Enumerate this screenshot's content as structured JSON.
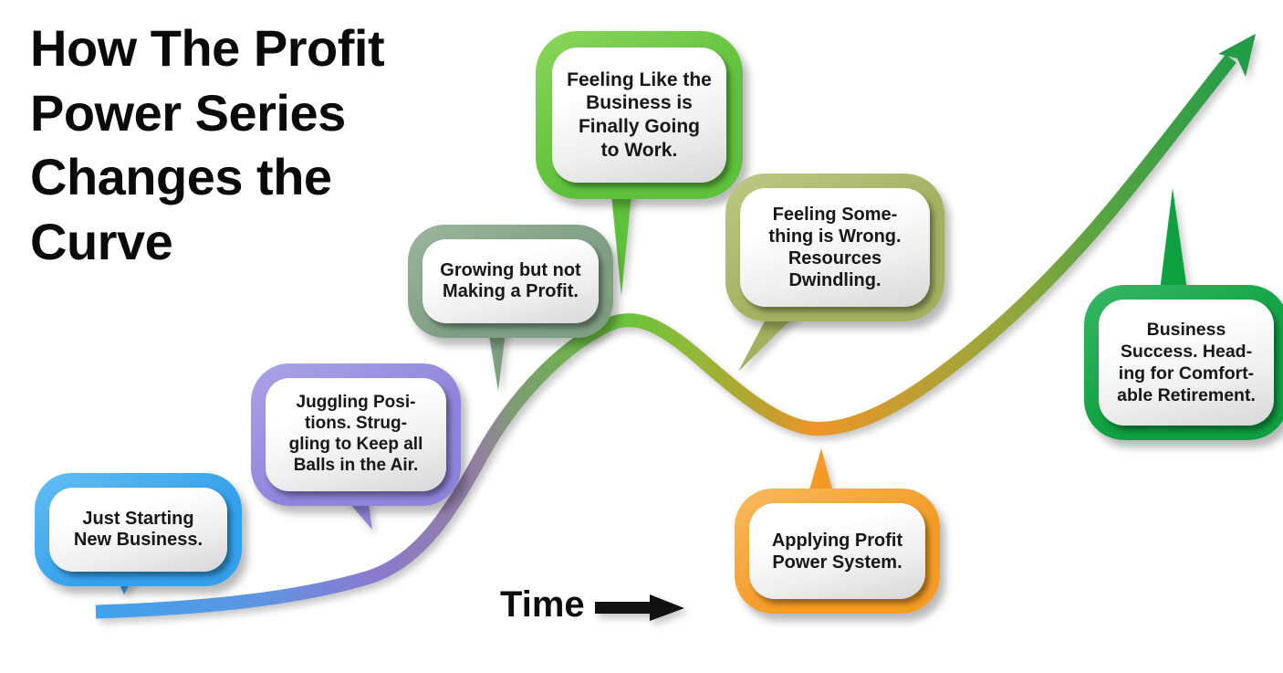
{
  "title": "How The Profit\nPower Series\nChanges the\nCurve",
  "time": {
    "label": "Time",
    "arrow_color": "#111111"
  },
  "stages": [
    {
      "id": "just-starting",
      "label": "Just Starting\nNew Business.",
      "color": "#34A0EB",
      "color_light": "#63BEF3"
    },
    {
      "id": "juggling",
      "label": "Juggling Posi-\ntions. Strug-\ngling to Keep all\nBalls in the Air.",
      "color": "#8F84DB",
      "color_light": "#ACA3E8"
    },
    {
      "id": "growing",
      "label": "Growing but not\nMaking a Profit.",
      "color": "#7E9E82",
      "color_light": "#9CB59F"
    },
    {
      "id": "finally-working",
      "label": "Feeling Like the\nBusiness is\nFinally Going\nto Work.",
      "color": "#5EC13B",
      "color_light": "#8BD65B"
    },
    {
      "id": "something-wrong",
      "label": "Feeling Some-\nthing is Wrong.\nResources\nDwindling.",
      "color": "#A3B05F",
      "color_light": "#BDC885"
    },
    {
      "id": "applying-system",
      "label": "Applying Profit\nPower System.",
      "color": "#F49B25",
      "color_light": "#F8BA5E"
    },
    {
      "id": "success",
      "label": "Business\nSuccess. Head-\ning for Comfort-\nable Retirement.",
      "color": "#0EA041",
      "color_light": "#37B765"
    }
  ],
  "curve": {
    "description": "Business progress curve over time: slow flat start, climb, peak, dip, then steep rise to success",
    "arrow_color": "#239C47",
    "gradient": [
      {
        "offset": "0%",
        "color": "#3FA2EC"
      },
      {
        "offset": "14%",
        "color": "#5E95E2"
      },
      {
        "offset": "24%",
        "color": "#8B79CF"
      },
      {
        "offset": "33%",
        "color": "#93809F"
      },
      {
        "offset": "36%",
        "color": "#7E9C74"
      },
      {
        "offset": "43%",
        "color": "#68BA3E"
      },
      {
        "offset": "46%",
        "color": "#6CC43A"
      },
      {
        "offset": "52%",
        "color": "#94B637"
      },
      {
        "offset": "58%",
        "color": "#C0A02D"
      },
      {
        "offset": "62%",
        "color": "#F0952A"
      },
      {
        "offset": "66%",
        "color": "#D8992B"
      },
      {
        "offset": "73%",
        "color": "#B2A236"
      },
      {
        "offset": "80%",
        "color": "#8CA73C"
      },
      {
        "offset": "86%",
        "color": "#5BA441"
      },
      {
        "offset": "100%",
        "color": "#1E9C49"
      }
    ]
  }
}
